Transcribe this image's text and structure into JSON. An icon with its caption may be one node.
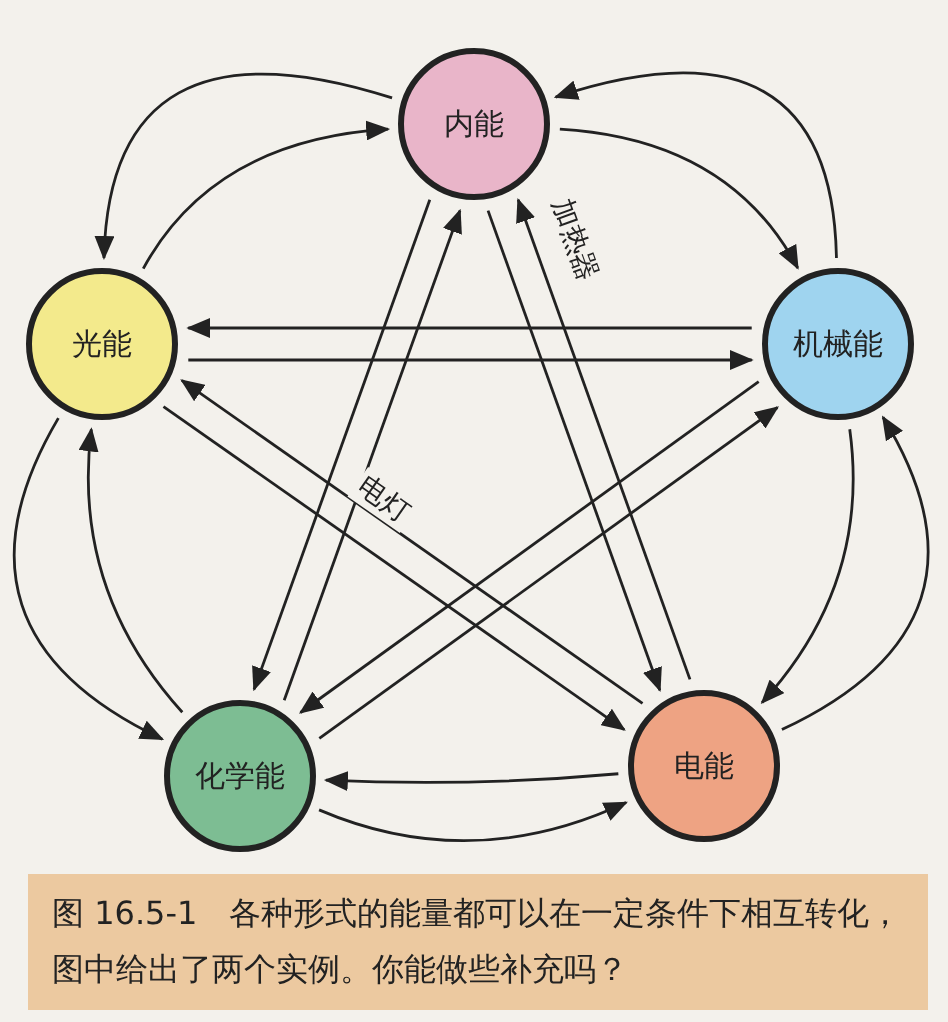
{
  "diagram": {
    "caption": "图 16.5-1　各种形式的能量都可以在一定条件下相互转化，图中给出了两个实例。你能做些补充吗？",
    "nodes": [
      {
        "text": [
          "内能"
        ]
      },
      {
        "text": [
          "光能"
        ]
      },
      {
        "text": [
          "机械能"
        ]
      },
      {
        "text": [
          "化学能"
        ]
      },
      {
        "text": [
          "电能"
        ]
      }
    ],
    "edges": [
      {
        "from": 0,
        "to": 1,
        "arrow": "to"
      },
      {
        "from": 1,
        "to": 0,
        "arrow": "to"
      },
      {
        "from": 2,
        "to": 0,
        "arrow": "to"
      },
      {
        "from": 0,
        "to": 2,
        "arrow": "to"
      },
      {
        "from": 4,
        "to": 2,
        "arrow": "to"
      },
      {
        "from": 2,
        "to": 4,
        "arrow": "to"
      },
      {
        "from": 4,
        "to": 3,
        "arrow": "to"
      },
      {
        "from": 3,
        "to": 4,
        "arrow": "to"
      },
      {
        "from": 1,
        "to": 3,
        "arrow": "to"
      },
      {
        "from": 3,
        "to": 1,
        "arrow": "to"
      },
      {
        "from": 2,
        "to": 1,
        "arrow": "to"
      },
      {
        "from": 1,
        "to": 2,
        "arrow": "to"
      },
      {
        "from": 0,
        "to": 3,
        "arrow": "to"
      },
      {
        "from": 3,
        "to": 0,
        "arrow": "to"
      },
      {
        "from": 0,
        "to": 4,
        "arrow": "to"
      },
      {
        "from": 4,
        "to": 0,
        "arrow": "to",
        "label": "加热器"
      },
      {
        "from": 4,
        "to": 1,
        "arrow": "to",
        "label": "电灯"
      },
      {
        "from": 1,
        "to": 4,
        "arrow": "to"
      },
      {
        "from": 2,
        "to": 3,
        "arrow": "to"
      },
      {
        "from": 3,
        "to": 2,
        "arrow": "to"
      }
    ]
  }
}
